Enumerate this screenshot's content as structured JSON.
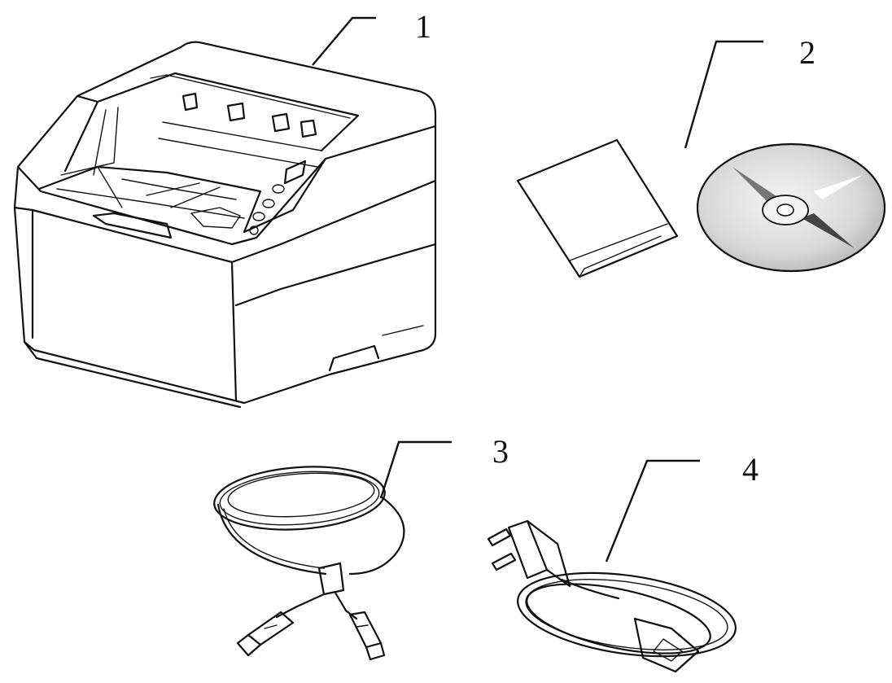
{
  "callouts": [
    {
      "number": "1"
    },
    {
      "number": "2"
    },
    {
      "number": "3"
    },
    {
      "number": "4"
    }
  ],
  "colors": {
    "line": "#111111",
    "background": "#ffffff",
    "disc_dark": "#555555",
    "disc_light": "#f2f2f2"
  }
}
